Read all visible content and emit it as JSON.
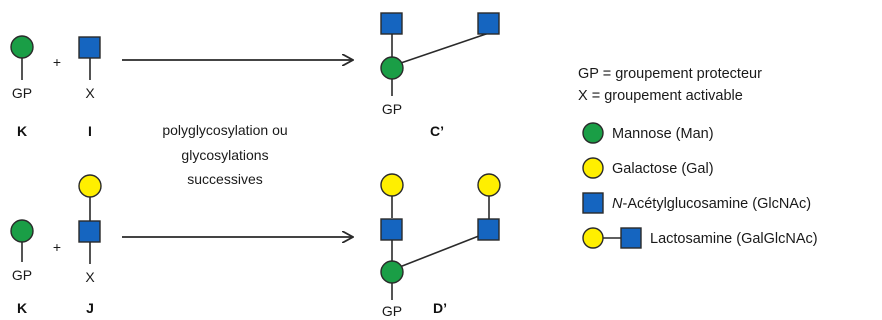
{
  "colors": {
    "mannose": "#1a9e46",
    "galactose": "#ffef00",
    "glcnac": "#1565c0",
    "outline": "#2a2a2a"
  },
  "labels": {
    "gp": "GP",
    "x": "X",
    "plus": "+",
    "k": "K",
    "i": "I",
    "j": "J",
    "c_prime": "C’",
    "d_prime": "D’"
  },
  "reaction": {
    "line1": "polyglycosylation ou",
    "line2": "glycosylations",
    "line3": "successives"
  },
  "legend": {
    "gp_def": "GP = groupement protecteur",
    "x_def": "X = groupement activable",
    "mannose": "Mannose (Man)",
    "galactose": "Galactose (Gal)",
    "glcnac_prefix": "N",
    "glcnac_rest": "-Acétylglucosamine (GlcNAc)",
    "lactosamine": "Lactosamine (GalGlcNAc)"
  },
  "icons": {
    "mannose": "green-circle",
    "galactose": "yellow-circle",
    "glcnac": "blue-square",
    "arrow": "right-arrow"
  }
}
